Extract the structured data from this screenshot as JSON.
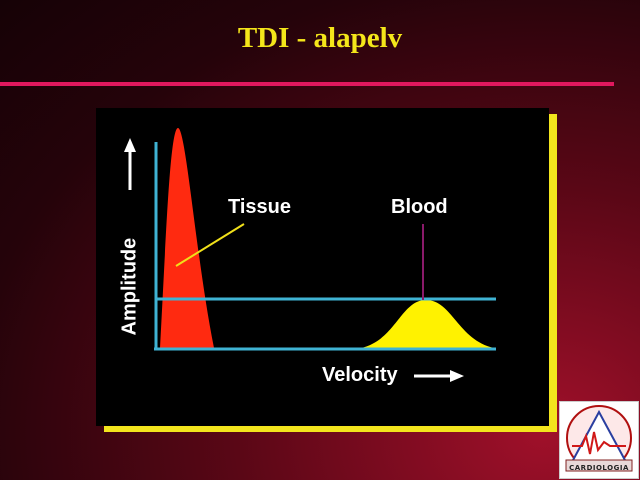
{
  "slide": {
    "title": "TDI - alapelv"
  },
  "diagram": {
    "axis_y_label": "Amplitude",
    "axis_x_label": "Velocity",
    "labels": {
      "tissue": "Tissue",
      "blood": "Blood"
    },
    "colors": {
      "tissue_peak": "#ff2a10",
      "blood_peak": "#fff200",
      "axes": "#3fb3d4",
      "threshold_line": "#3fb3d4",
      "pointer_tissue": "#f0e01a",
      "pointer_blood": "#8a1a6a",
      "frame_shadow": "#f3e51d",
      "title": "#f4e61a",
      "rule": "#e0185e"
    }
  },
  "logo": {
    "text": "CARDIOLOGIA"
  }
}
